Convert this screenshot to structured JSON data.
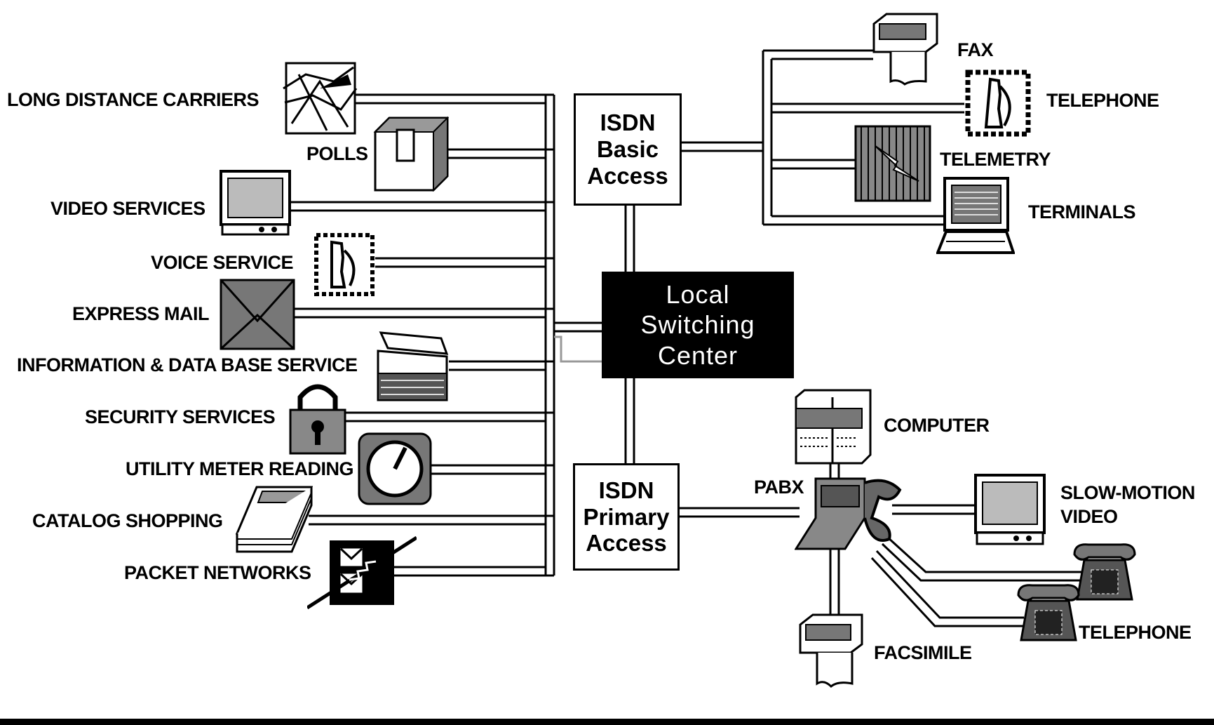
{
  "diagram": {
    "center": {
      "line1": "Local",
      "line2": "Switching",
      "line3": "Center"
    },
    "basic_access": {
      "line1": "ISDN",
      "line2": "Basic",
      "line3": "Access"
    },
    "primary_access": {
      "line1": "ISDN",
      "line2": "Primary",
      "line3": "Access"
    },
    "services": [
      "LONG DISTANCE CARRIERS",
      "POLLS",
      "VIDEO SERVICES",
      "VOICE SERVICE",
      "EXPRESS MAIL",
      "INFORMATION & DATA BASE SERVICE",
      "SECURITY SERVICES",
      "UTILITY METER READING",
      "CATALOG SHOPPING",
      "PACKET NETWORKS"
    ],
    "basic_devices": [
      "FAX",
      "TELEPHONE",
      "TELEMETRY",
      "TERMINALS"
    ],
    "primary_devices": {
      "pabx": "PABX",
      "computer": "COMPUTER",
      "slow_motion_video_1": "SLOW-MOTION",
      "slow_motion_video_2": "VIDEO",
      "telephone": "TELEPHONE",
      "facsimile": "FACSIMILE"
    }
  }
}
